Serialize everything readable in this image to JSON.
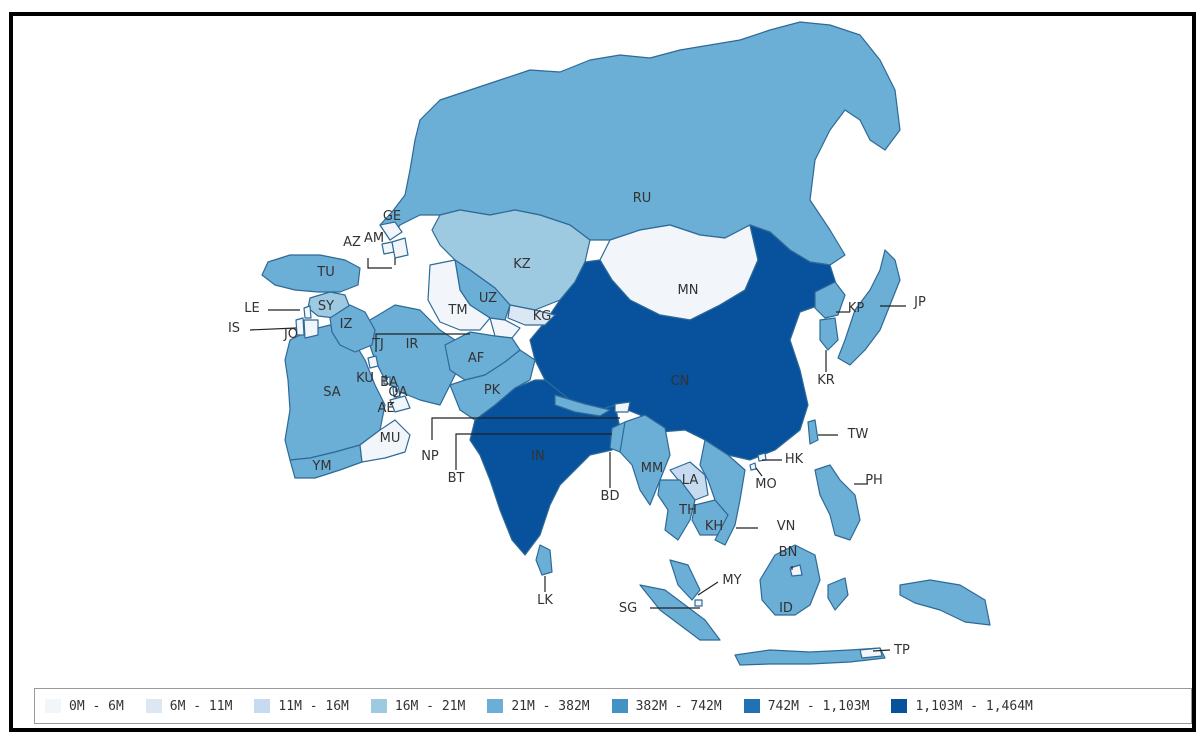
{
  "colors": {
    "c0": "#f2f6fb",
    "c1": "#dbe8f4",
    "c2": "#c6dbef",
    "c3": "#9ecae1",
    "c4": "#6baed6",
    "c5": "#4292c6",
    "c6": "#2171b5",
    "c7": "#08519c",
    "border": "#2e6a97"
  },
  "legend": [
    {
      "label": "0M - 6M",
      "color": "#f2f6fb"
    },
    {
      "label": "6M - 11M",
      "color": "#dbe8f4"
    },
    {
      "label": "11M - 16M",
      "color": "#c6dbef"
    },
    {
      "label": "16M - 21M",
      "color": "#9ecae1"
    },
    {
      "label": "21M - 382M",
      "color": "#6baed6"
    },
    {
      "label": "382M - 742M",
      "color": "#4292c6"
    },
    {
      "label": "742M - 1,103M",
      "color": "#2171b5"
    },
    {
      "label": "1,103M - 1,464M",
      "color": "#08519c"
    }
  ],
  "countries": [
    {
      "code": "RU",
      "bin": 4
    },
    {
      "code": "KZ",
      "bin": 3
    },
    {
      "code": "MN",
      "bin": 0
    },
    {
      "code": "CN",
      "bin": 7
    },
    {
      "code": "IN",
      "bin": 7
    },
    {
      "code": "SA",
      "bin": 4
    },
    {
      "code": "IR",
      "bin": 4
    },
    {
      "code": "TU",
      "bin": 4
    },
    {
      "code": "IZ",
      "bin": 4
    },
    {
      "code": "SY",
      "bin": 3
    },
    {
      "code": "UZ",
      "bin": 4
    },
    {
      "code": "TM",
      "bin": 0
    },
    {
      "code": "AF",
      "bin": 4
    },
    {
      "code": "PK",
      "bin": 4
    },
    {
      "code": "KG",
      "bin": 1
    },
    {
      "code": "YM",
      "bin": 4
    },
    {
      "code": "MU",
      "bin": 0
    },
    {
      "code": "ID",
      "bin": 4
    },
    {
      "code": "JP",
      "bin": 4
    },
    {
      "code": "MM",
      "bin": 4
    },
    {
      "code": "TH",
      "bin": 4
    },
    {
      "code": "VN",
      "bin": 4
    },
    {
      "code": "PH",
      "bin": 4
    },
    {
      "code": "MY",
      "bin": 4
    },
    {
      "code": "KP",
      "bin": 4
    },
    {
      "code": "KR",
      "bin": 4
    },
    {
      "code": "TW",
      "bin": 4
    },
    {
      "code": "LK",
      "bin": 4
    },
    {
      "code": "NP",
      "bin": 4
    },
    {
      "code": "BT",
      "bin": 0
    },
    {
      "code": "BD",
      "bin": 4
    },
    {
      "code": "KH",
      "bin": 4
    },
    {
      "code": "LA",
      "bin": 2
    },
    {
      "code": "BN",
      "bin": 0
    },
    {
      "code": "TP",
      "bin": 0
    },
    {
      "code": "SG",
      "bin": 0
    },
    {
      "code": "HK",
      "bin": 0
    },
    {
      "code": "MO",
      "bin": 0
    },
    {
      "code": "GE",
      "bin": 0
    },
    {
      "code": "AM",
      "bin": 0
    },
    {
      "code": "AZ",
      "bin": 0
    },
    {
      "code": "LE",
      "bin": 0
    },
    {
      "code": "IS",
      "bin": 0
    },
    {
      "code": "JO",
      "bin": 0
    },
    {
      "code": "KU",
      "bin": 0
    },
    {
      "code": "BA",
      "bin": 0
    },
    {
      "code": "QA",
      "bin": 0
    },
    {
      "code": "AE",
      "bin": 0
    },
    {
      "code": "TJ",
      "bin": 0
    }
  ],
  "labels": [
    {
      "text": "RU"
    },
    {
      "text": "KZ"
    },
    {
      "text": "MN"
    },
    {
      "text": "CN"
    },
    {
      "text": "IN"
    },
    {
      "text": "SA"
    },
    {
      "text": "IR"
    },
    {
      "text": "TU"
    },
    {
      "text": "IZ"
    },
    {
      "text": "SY"
    },
    {
      "text": "UZ"
    },
    {
      "text": "TM"
    },
    {
      "text": "AF"
    },
    {
      "text": "PK"
    },
    {
      "text": "KG"
    },
    {
      "text": "YM"
    },
    {
      "text": "MU"
    },
    {
      "text": "ID"
    },
    {
      "text": "MM"
    },
    {
      "text": "TH"
    },
    {
      "text": "KH"
    },
    {
      "text": "LA"
    },
    {
      "text": "JP"
    },
    {
      "text": "KP"
    },
    {
      "text": "KR"
    },
    {
      "text": "TW"
    },
    {
      "text": "HK"
    },
    {
      "text": "MO"
    },
    {
      "text": "PH"
    },
    {
      "text": "VN"
    },
    {
      "text": "BN"
    },
    {
      "text": "MY"
    },
    {
      "text": "SG"
    },
    {
      "text": "LK"
    },
    {
      "text": "NP"
    },
    {
      "text": "BT"
    },
    {
      "text": "BD"
    },
    {
      "text": "TP"
    },
    {
      "text": "GE"
    },
    {
      "text": "AM"
    },
    {
      "text": "AZ"
    },
    {
      "text": "LE"
    },
    {
      "text": "IS"
    },
    {
      "text": "JO"
    },
    {
      "text": "KU"
    },
    {
      "text": "BA"
    },
    {
      "text": "QA"
    },
    {
      "text": "AE"
    },
    {
      "text": "TJ"
    }
  ]
}
